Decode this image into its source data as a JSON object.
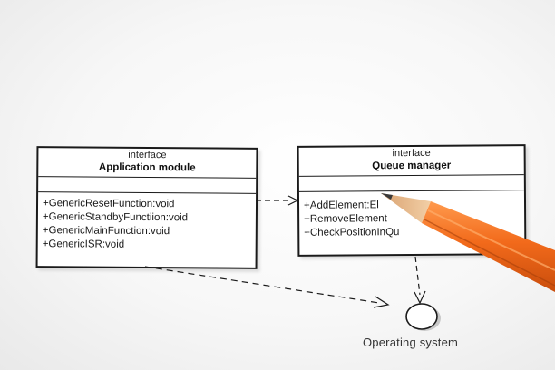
{
  "application_class": {
    "stereotype": "interface",
    "name": "Application module",
    "operations": [
      "+GenericResetFunction:void",
      "+GenericStandbyFunctiion:void",
      "+GenericMainFunction:void",
      "+GenericISR:void"
    ]
  },
  "queue_class": {
    "stereotype": "interface",
    "name": "Queue manager",
    "operations": [
      "+AddElement:El",
      "+RemoveElement",
      "+CheckPositionInQu"
    ]
  },
  "operating_system": {
    "label": "Operating system"
  },
  "colors": {
    "pencil_body": "#f26a1b",
    "pencil_wood": "#e9b98a",
    "pencil_lead": "#3a3a3a",
    "line": "#1a1a1a"
  }
}
